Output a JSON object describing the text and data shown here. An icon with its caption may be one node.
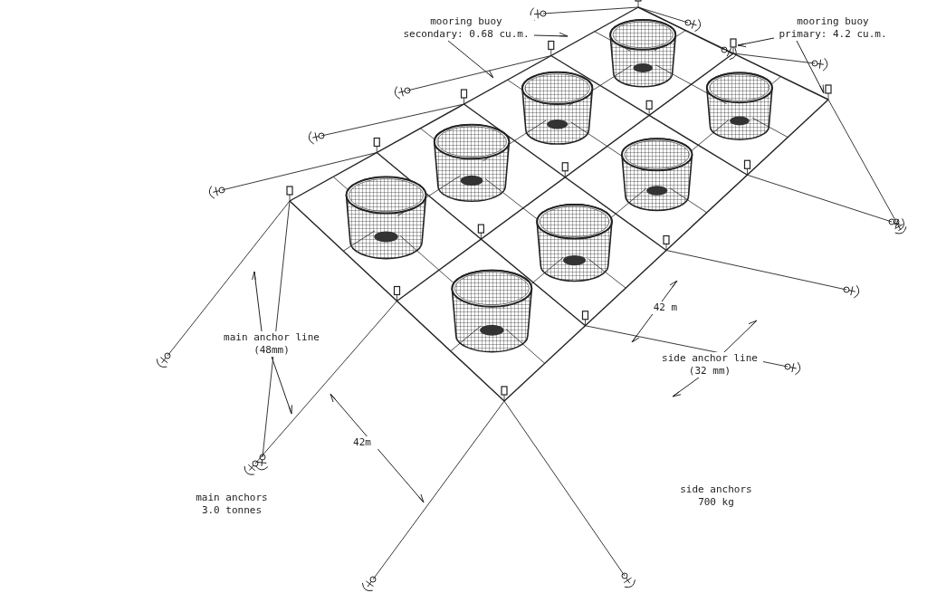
{
  "diagram": {
    "nodes": [
      {
        "text": [
          "mooring buoy secondary: 0.68 cu.m."
        ]
      },
      {
        "text": [
          "mooring buoy primary: 4.2 cu.m."
        ]
      },
      {
        "text": [
          "main anchor line (48mm)"
        ]
      },
      {
        "text": [
          "side anchor line (32 mm)"
        ]
      }
    ],
    "edges": [
      {
        "from": 0,
        "to": null,
        "arrow": "to"
      },
      {
        "from": 0,
        "to": null,
        "arrow": "to"
      },
      {
        "from": 1,
        "to": null,
        "arrow": "to"
      },
      {
        "from": 1,
        "to": null,
        "arrow": "to"
      },
      {
        "from": 2,
        "to": null,
        "arrow": "to"
      },
      {
        "from": 2,
        "to": null,
        "arrow": "to"
      },
      {
        "from": 3,
        "to": null,
        "arrow": "to"
      },
      {
        "from": 3,
        "to": null,
        "arrow": "to"
      }
    ],
    "labels": [
      "42 m",
      "42m",
      "main anchors 3.0 tonnes",
      "side anchors 700 kg"
    ]
  }
}
